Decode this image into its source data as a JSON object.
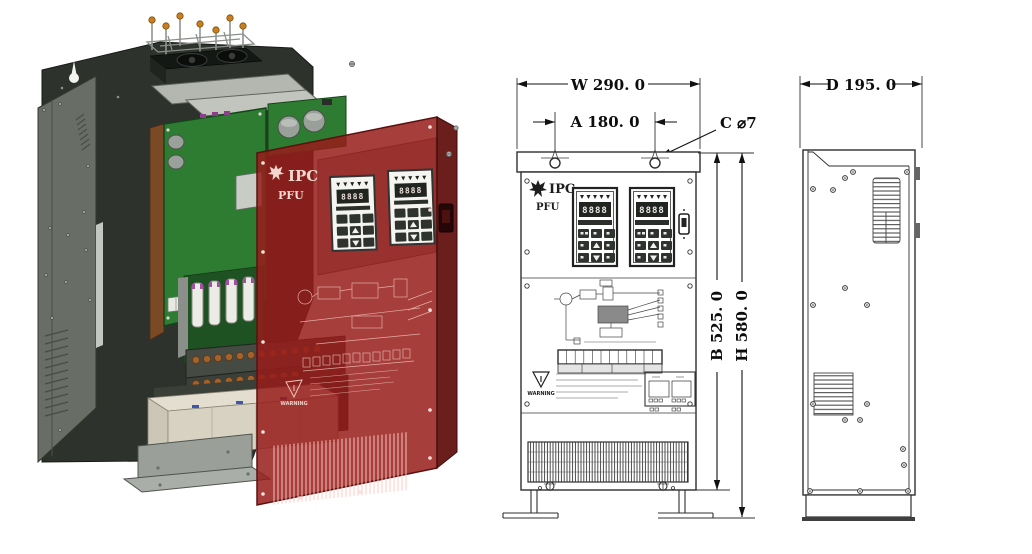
{
  "exploded_view": {
    "logo": "IPC",
    "model": "PFU",
    "display_left": "8888",
    "display_right": "8888",
    "warning": "WARNING"
  },
  "front_view": {
    "logo": "IPC",
    "model": "PFU",
    "display_left": "8888",
    "display_right": "8888",
    "warning": "WARNING",
    "dim_width": "W 290. 0",
    "dim_pitch": "A 180. 0",
    "dim_hole": "C ⌀7",
    "dim_b": "B 525. 0",
    "dim_h": "H 580. 0"
  },
  "side_view": {
    "dim_d": "D 195. 0"
  },
  "colors": {
    "line": "#2f2f2f",
    "red_panel": "#961c1a",
    "red_panel_side": "#600e0c",
    "pcb_green": "#2e7c31",
    "housing_dark": "#2d322c",
    "side_panel_gray": "#686d66",
    "cover_gray": "#b3b7b0",
    "beige_bank": "#d7d2c2",
    "copper": "#a4622a",
    "screw_head_gold": "#c97f1d",
    "background": "#ffffff"
  }
}
